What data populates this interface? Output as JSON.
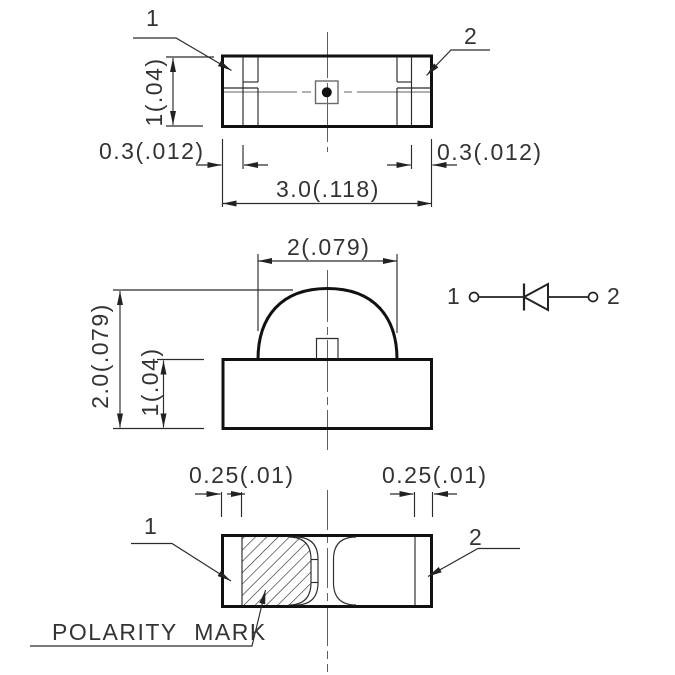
{
  "top_view": {
    "pin1": "1",
    "pin2": "2",
    "dim_height": "1(.04)",
    "dim_terminal_left": "0.3(.012)",
    "dim_terminal_right": "0.3(.012)",
    "dim_overall_width": "3.0(.118)"
  },
  "side_view": {
    "dim_lens_width": "2(.079)",
    "dim_overall_height": "2.0(.079)",
    "dim_body_height": "1(.04)"
  },
  "schematic": {
    "pin1": "1",
    "pin2": "2"
  },
  "bottom_view": {
    "pin1": "1",
    "pin2": "2",
    "dim_pad_left": "0.25(.01)",
    "dim_pad_right": "0.25(.01)",
    "polarity_label": "POLARITY MARK"
  },
  "colors": {
    "background": "#ffffff",
    "outline": "#111111",
    "thin_line": "#2b2b2b",
    "center_line": "#606060",
    "text": "#333333"
  }
}
